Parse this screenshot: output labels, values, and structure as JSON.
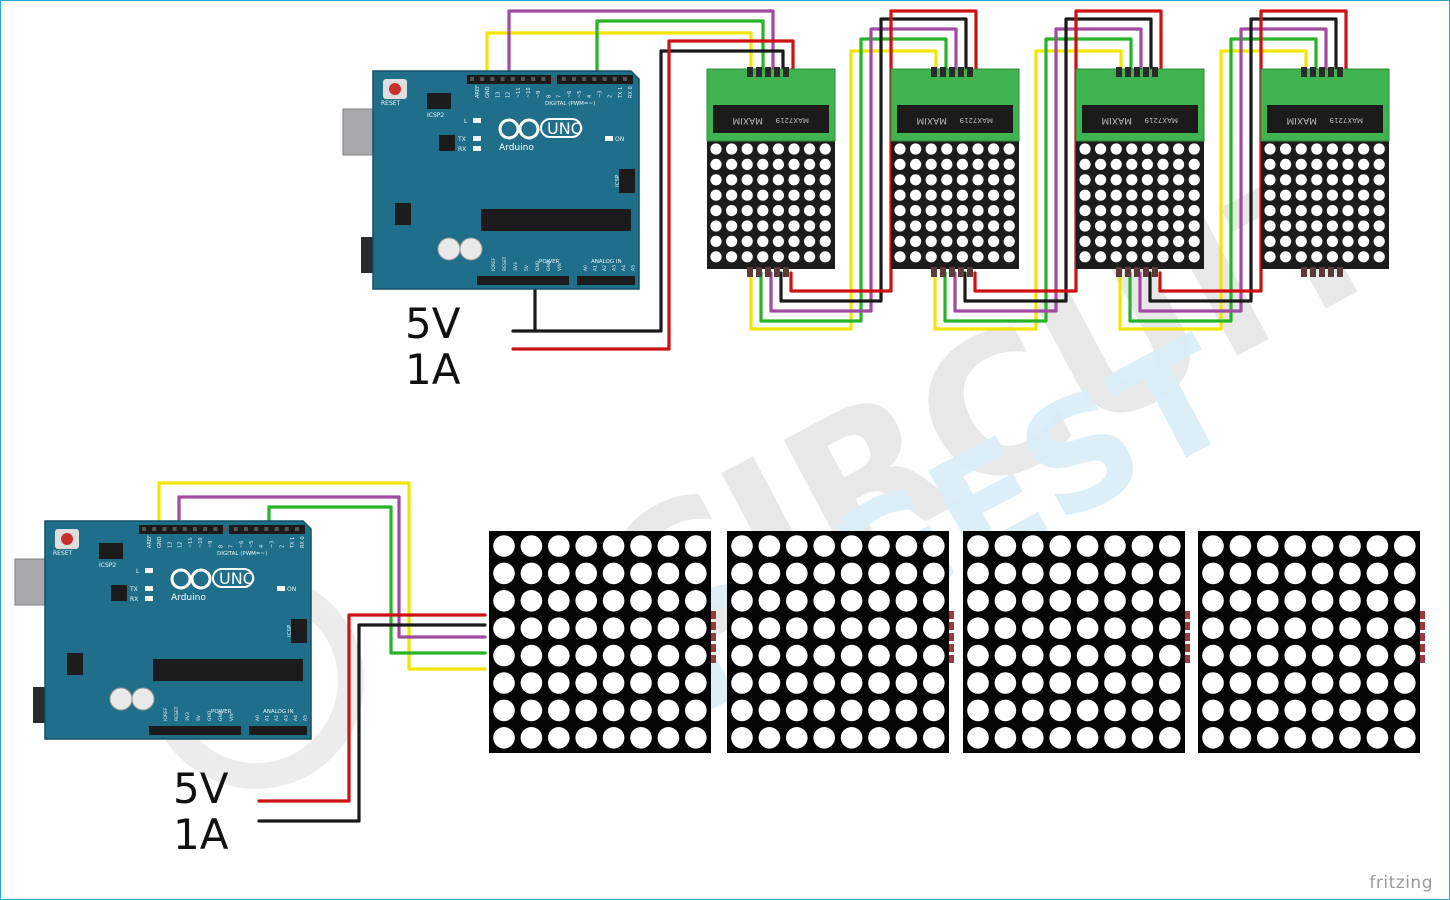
{
  "board": {
    "model": "UNO",
    "brand": "Arduino",
    "reset_label": "RESET",
    "icsp2_label": "ICSP2",
    "icsp_label": "ICSP",
    "digital_header": "DIGITAL (PWM=~)",
    "power_header": "POWER",
    "analog_header": "ANALOG IN",
    "led_l": "L",
    "led_tx": "TX",
    "led_rx": "RX",
    "on_label": "ON",
    "digital_pins": [
      "AREF",
      "GND",
      "13",
      "12",
      "~11",
      "~10",
      "~9",
      "8",
      "7",
      "~6",
      "~5",
      "4",
      "~3",
      "2",
      "TX 1",
      "RX 0"
    ],
    "power_pins": [
      "IOREF",
      "RESET",
      "3V3",
      "5V",
      "GND",
      "GND",
      "VIN"
    ],
    "analog_pins": [
      "A0",
      "A1",
      "A2",
      "A3",
      "A4",
      "A5"
    ]
  },
  "module": {
    "chip_brand": "MAXIM",
    "chip_part": "MAX7219"
  },
  "supply": {
    "voltage": "5V",
    "current": "1A"
  },
  "watermark": {
    "line1": "CIRCUIT",
    "line2": "DIGEST"
  },
  "footer": {
    "brand": "fritzing"
  },
  "colors": {
    "board_blue": "#1f6f8b",
    "wire_red": "#cc1111",
    "wire_black": "#1a1a1a",
    "wire_yellow": "#f2e600",
    "wire_purple": "#a24aa2",
    "wire_green": "#27b327",
    "module_green": "#3fb34f"
  }
}
